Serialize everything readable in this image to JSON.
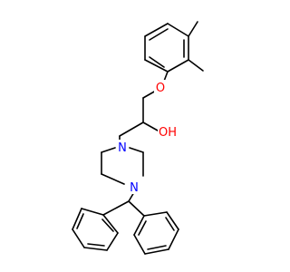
{
  "molecule": {
    "atoms": [
      {
        "id": "o_ether",
        "element": "O",
        "label": "O",
        "color": "#ff0000"
      },
      {
        "id": "o_hydroxyl",
        "element": "O",
        "label": "OH",
        "color": "#ff0000"
      },
      {
        "id": "n_upper",
        "element": "N",
        "label": "N",
        "color": "#0000ff"
      },
      {
        "id": "n_lower",
        "element": "N",
        "label": "N",
        "color": "#0000ff"
      }
    ],
    "bond_color": "#000000"
  }
}
